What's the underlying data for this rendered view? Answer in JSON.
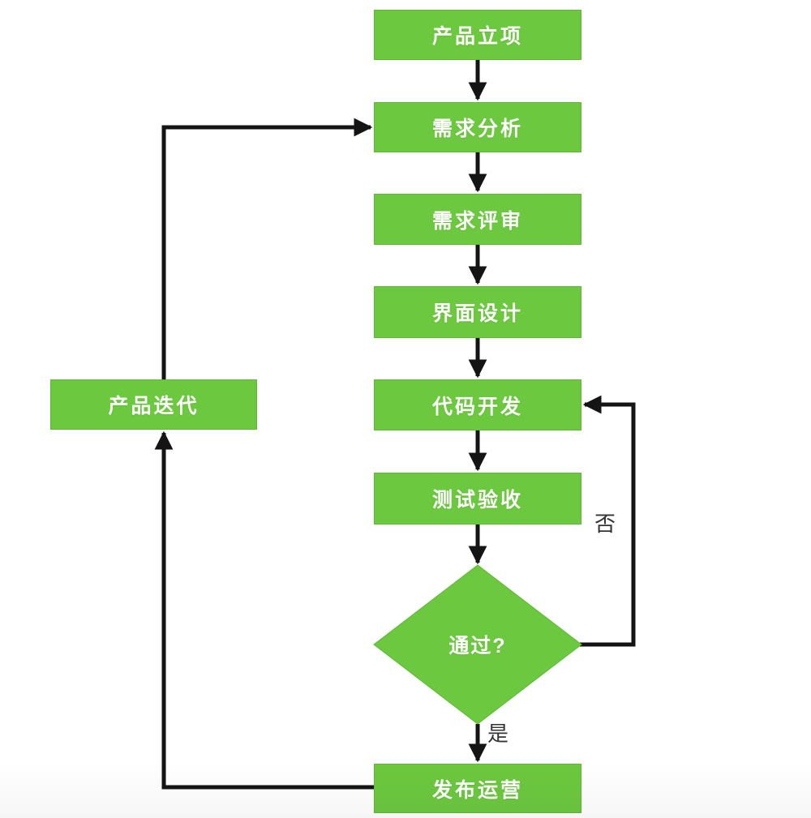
{
  "diagram": {
    "type": "flowchart",
    "node_color": "#6cc83f",
    "node_border_color": "#5eb834",
    "node_text_color": "#ffffff",
    "line_color": "#141414",
    "edge_label_color": "#333333",
    "background_color": "#ffffff",
    "nodes": [
      {
        "id": "product-initiation",
        "label": "产品立项",
        "type": "process"
      },
      {
        "id": "requirements-analysis",
        "label": "需求分析",
        "type": "process"
      },
      {
        "id": "requirements-review",
        "label": "需求评审",
        "type": "process"
      },
      {
        "id": "ui-design",
        "label": "界面设计",
        "type": "process"
      },
      {
        "id": "code-development",
        "label": "代码开发",
        "type": "process"
      },
      {
        "id": "testing-acceptance",
        "label": "测试验收",
        "type": "process"
      },
      {
        "id": "pass-decision",
        "label": "通过?",
        "type": "decision"
      },
      {
        "id": "release-operations",
        "label": "发布运营",
        "type": "process"
      },
      {
        "id": "product-iteration",
        "label": "产品迭代",
        "type": "process"
      }
    ],
    "edges": [
      {
        "from": "产品立项",
        "to": "需求分析",
        "label": ""
      },
      {
        "from": "需求分析",
        "to": "需求评审",
        "label": ""
      },
      {
        "from": "需求评审",
        "to": "界面设计",
        "label": ""
      },
      {
        "from": "界面设计",
        "to": "代码开发",
        "label": ""
      },
      {
        "from": "代码开发",
        "to": "测试验收",
        "label": ""
      },
      {
        "from": "测试验收",
        "to": "通过?",
        "label": ""
      },
      {
        "from": "通过?",
        "to": "代码开发",
        "label": "否"
      },
      {
        "from": "通过?",
        "to": "发布运营",
        "label": "是"
      },
      {
        "from": "发布运营",
        "to": "产品迭代",
        "label": ""
      },
      {
        "from": "产品迭代",
        "to": "需求分析",
        "label": ""
      }
    ]
  }
}
